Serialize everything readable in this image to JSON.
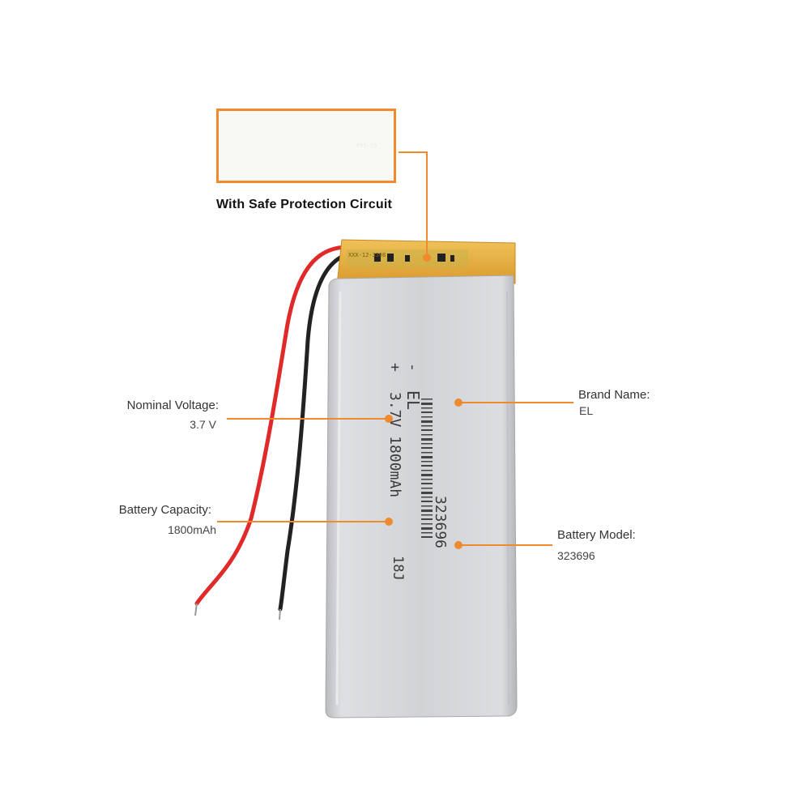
{
  "protection": {
    "title": "With Safe Protection Circuit",
    "pcb_text": "FYT-53"
  },
  "battery": {
    "pcb_code": "XXX-12-3308",
    "printed_line1": "323696",
    "printed_line2": "3.7V 1800mAh",
    "printed_line3": "18J",
    "printed_brand": "EL",
    "polarity_minus": "-",
    "polarity_plus": "+"
  },
  "labels": {
    "nominal_voltage_label": "Nominal Voltage:",
    "nominal_voltage_value": "3.7 V",
    "capacity_label": "Battery  Capacity:",
    "capacity_value": "1800mAh",
    "brand_label": "Brand Name:",
    "brand_value": "EL",
    "model_label": "Battery Model:",
    "model_value": "323696"
  },
  "colors": {
    "accent": "#ef8a2e",
    "cell_silver": "#d4d5d8",
    "kapton": "#e0a838",
    "pcb_green": "#1f6b4a",
    "wire_red": "#e02a2a",
    "wire_black": "#222222"
  }
}
